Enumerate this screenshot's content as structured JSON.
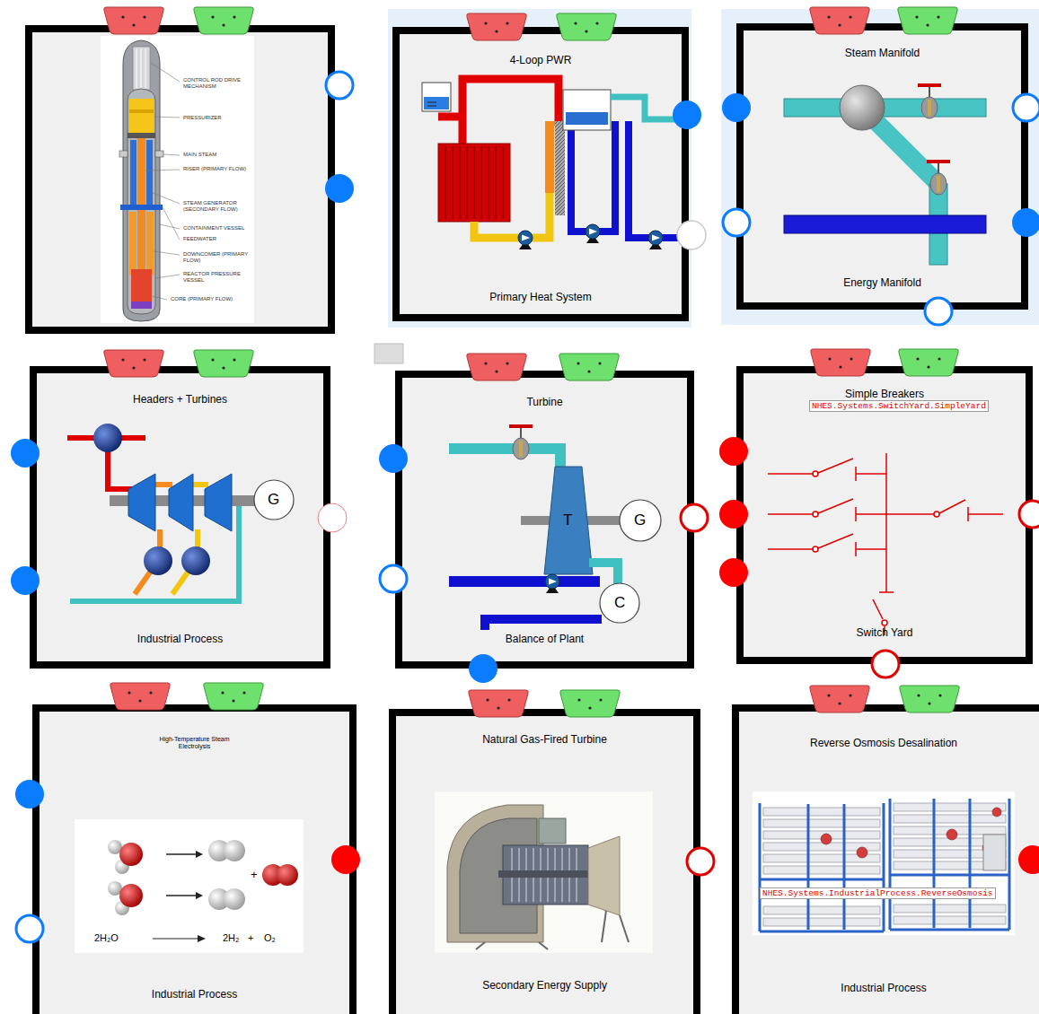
{
  "diagram": {
    "nodes": [
      {
        "text": [
          "4-Loop PWR",
          "Primary Heat System"
        ]
      },
      {
        "text": [
          "Steam Manifold",
          "Energy Manifold"
        ]
      },
      {
        "text": [
          "Headers + Turbines",
          "Industrial Process"
        ]
      },
      {
        "text": [
          "Turbine",
          "Balance of Plant"
        ]
      },
      {
        "text": [
          "Simple Breakers",
          "Switch Yard"
        ]
      },
      {
        "text": [
          "High-Temperature Steam Electrolysis",
          "Industrial Process"
        ]
      },
      {
        "text": [
          "Natural Gas-Fired Turbine",
          "Secondary Energy Supply"
        ]
      },
      {
        "text": [
          "Reverse Osmosis Desalination",
          "Industrial Process"
        ]
      }
    ],
    "labels": [
      "CONTROL ROD DRIVE MECHANISM",
      "PRESSURIZER",
      "MAIN STEAM",
      "RISER (PRIMARY FLOW)",
      "STEAM GENERATOR (SECONDARY FLOW)",
      "CONTAINMENT VESSEL",
      "FEEDWATER",
      "DOWNCOMER (PRIMARY FLOW)",
      "REACTOR PRESSURE VESSEL",
      "CORE (PRIMARY FLOW)",
      "G",
      "T",
      "G",
      "C",
      "NHES.Systems.SwitchYard.SimpleYard",
      "+",
      "2H₂O",
      "2H₂",
      "+",
      "O₂",
      "NHES.Systems.IndustrialProcess.ReverseOsmosis"
    ]
  }
}
